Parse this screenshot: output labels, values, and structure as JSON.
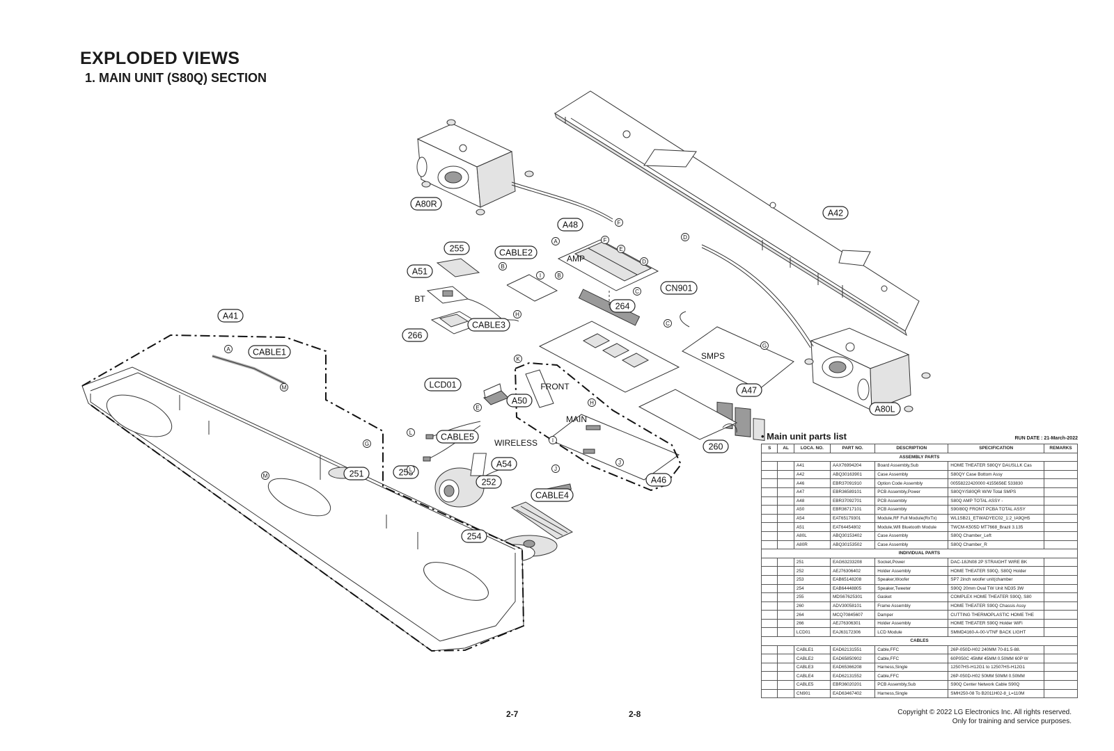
{
  "header": {
    "title": "EXPLODED VIEWS",
    "subtitle": "1. MAIN UNIT (S80Q) SECTION"
  },
  "diagram": {
    "callouts": [
      "A80R",
      "A42",
      "A48",
      "255",
      "CABLE2",
      "A51",
      "264",
      "CN901",
      "CABLE3",
      "266",
      "A41",
      "CABLE1",
      "LCD01",
      "A50",
      "A47",
      "A80L",
      "CABLE5",
      "260",
      "253",
      "A54",
      "251",
      "252",
      "CABLE4",
      "A46",
      "254"
    ],
    "connectors": [
      "F",
      "A",
      "F",
      "E",
      "D",
      "B",
      "B",
      "C",
      "I",
      "H",
      "D",
      "C",
      "G",
      "K",
      "H",
      "E",
      "L",
      "I",
      "J",
      "L",
      "J",
      "G",
      "M",
      "A",
      "M"
    ],
    "text_labels": [
      "AMP",
      "BT",
      "SMPS",
      "FRONT",
      "MAIN",
      "WIRELESS"
    ]
  },
  "parts_list": {
    "heading": "• Main unit parts list",
    "run_date": "RUN DATE : 21-March-2022",
    "columns": [
      "S",
      "AL",
      "LOCA. NO.",
      "PART NO.",
      "DESCRIPTION",
      "SPECIFICATION",
      "REMARKS"
    ],
    "groups": [
      {
        "name": "ASSEMBLY PARTS",
        "rows": [
          [
            "",
            "",
            "A41",
            "AAX76994204",
            "Board Assembly,Sub",
            "HOME THEATER S80QY DAUSLLK Cas",
            ""
          ],
          [
            "",
            "",
            "A42",
            "ABQ30163901",
            "Case Assembly",
            "S80QY Case Bottom Assy",
            ""
          ],
          [
            "",
            "",
            "A46",
            "EBR37091910",
            "Option Code Assembly",
            "00558222420000 4155656E 533830",
            ""
          ],
          [
            "",
            "",
            "A47",
            "EBR36589101",
            "PCB Assembly,Power",
            "S80QY/S80QR W/W Total SMPS",
            ""
          ],
          [
            "",
            "",
            "A48",
            "EBR37092701",
            "PCB Assembly",
            "S80Q AMP TOTAL ASSY -",
            ""
          ],
          [
            "",
            "",
            "A50",
            "EBR36717101",
            "PCB Assembly",
            "S90/80Q FRONT PCBA TOTAL ASSY",
            ""
          ],
          [
            "",
            "",
            "A54",
            "EAT65179301",
            "Module,RF Full Module(RxTx)",
            "WL1SB21_ETWADYEC02_1:2_IA9QH5",
            ""
          ],
          [
            "",
            "",
            "A51",
            "EAT64454802",
            "Module,Wifi Bluetooth Module",
            "TWCM-K505D MT7668_Brazil 3.135",
            ""
          ],
          [
            "",
            "",
            "A80L",
            "ABQ30153402",
            "Case Assembly",
            "S80Q Chamber_Left",
            ""
          ],
          [
            "",
            "",
            "A80R",
            "ABQ30153502",
            "Case Assembly",
            "S80Q Chamber_R",
            ""
          ]
        ]
      },
      {
        "name": "INDIVIDUAL PARTS",
        "rows": [
          [
            "",
            "",
            "251",
            "EAG63233208",
            "Socket,Power",
            "DAC-18JN08 2P STRAIGHT WIRE BK",
            ""
          ],
          [
            "",
            "",
            "252",
            "AEJ76306402",
            "Holder Assembly",
            "HOME THEATER S90Q, S80Q Holder",
            ""
          ],
          [
            "",
            "",
            "253",
            "EAB65148208",
            "Speaker,Woofer",
            "SP7 2inch woofer unit(chamber",
            ""
          ],
          [
            "",
            "",
            "254",
            "EAB64448805",
            "Speaker,Tweeter",
            "S90Q 20mm Oval TW Unit ND35 3W",
            ""
          ],
          [
            "",
            "",
            "255",
            "MDS67625301",
            "Gasket",
            "COMPLEX HOME THEATER S90Q, S80",
            ""
          ],
          [
            "",
            "",
            "260",
            "ADV30058101",
            "Frame Assembly",
            "HOME THEATER S90Q Chassis Assy",
            ""
          ],
          [
            "",
            "",
            "264",
            "MCQ70845607",
            "Damper",
            "CUTTING THERMOPLASTIC HOME THE",
            ""
          ],
          [
            "",
            "",
            "266",
            "AEJ76306301",
            "Holder Assembly",
            "HOME THEATER S90Q Holder WiFi",
            ""
          ],
          [
            "",
            "",
            "LCD01",
            "EAJ63172306",
            "LCD Module",
            "SMMD4160-A-00-VTNF BACK LIGHT",
            ""
          ]
        ]
      },
      {
        "name": "CABLES",
        "rows": [
          [
            "",
            "",
            "CABLE1",
            "EAD62131551",
            "Cable,FFC",
            "26P-050D-H02 240MM 70-81.5-88.",
            ""
          ],
          [
            "",
            "",
            "CABLE2",
            "EAD65850902",
            "Cable,FFC",
            "60P050C 45MM 45MM 0.50MM 60P W",
            ""
          ],
          [
            "",
            "",
            "CABLE3",
            "EAD65366208",
            "Harness,Single",
            "12507HS-H12G1 to 12507HS-H12G1",
            ""
          ],
          [
            "",
            "",
            "CABLE4",
            "EAD62131552",
            "Cable,FFC",
            "26P-050D-H02 50MM 50MM 0.50MM",
            ""
          ],
          [
            "",
            "",
            "CABLE5",
            "EBR36020201",
            "PCB Assembly,Sub",
            "S90Q Center Network Cable S90Q",
            ""
          ],
          [
            "",
            "",
            "CN901",
            "EAD63467402",
            "Harness,Single",
            "SMH250-08 To B2011H02-8_L=110M",
            ""
          ]
        ]
      }
    ]
  },
  "footer": {
    "page_left": "2-7",
    "page_right": "2-8",
    "copyright_line1": "Copyright © 2022 LG Electronics Inc. All rights reserved.",
    "copyright_line2": "Only for training and service purposes."
  }
}
